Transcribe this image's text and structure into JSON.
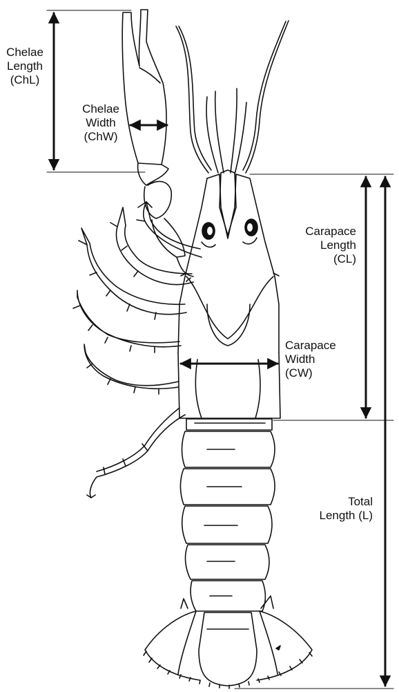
{
  "colors": {
    "ink": "#111111",
    "background": "#ffffff"
  },
  "labels": {
    "chelae_length": {
      "line1": "Chelae",
      "line2": "Length",
      "line3": "(ChL)"
    },
    "chelae_width": {
      "line1": "Chelae",
      "line2": "Width",
      "line3": "(ChW)"
    },
    "carapace_length": {
      "line1": "Carapace",
      "line2": "Length",
      "line3": "(CL)"
    },
    "carapace_width": {
      "line1": "Carapace",
      "line2": "Width",
      "line3": "(CW)"
    },
    "total_length": {
      "line1": "Total",
      "line2": "Length (L)"
    }
  }
}
